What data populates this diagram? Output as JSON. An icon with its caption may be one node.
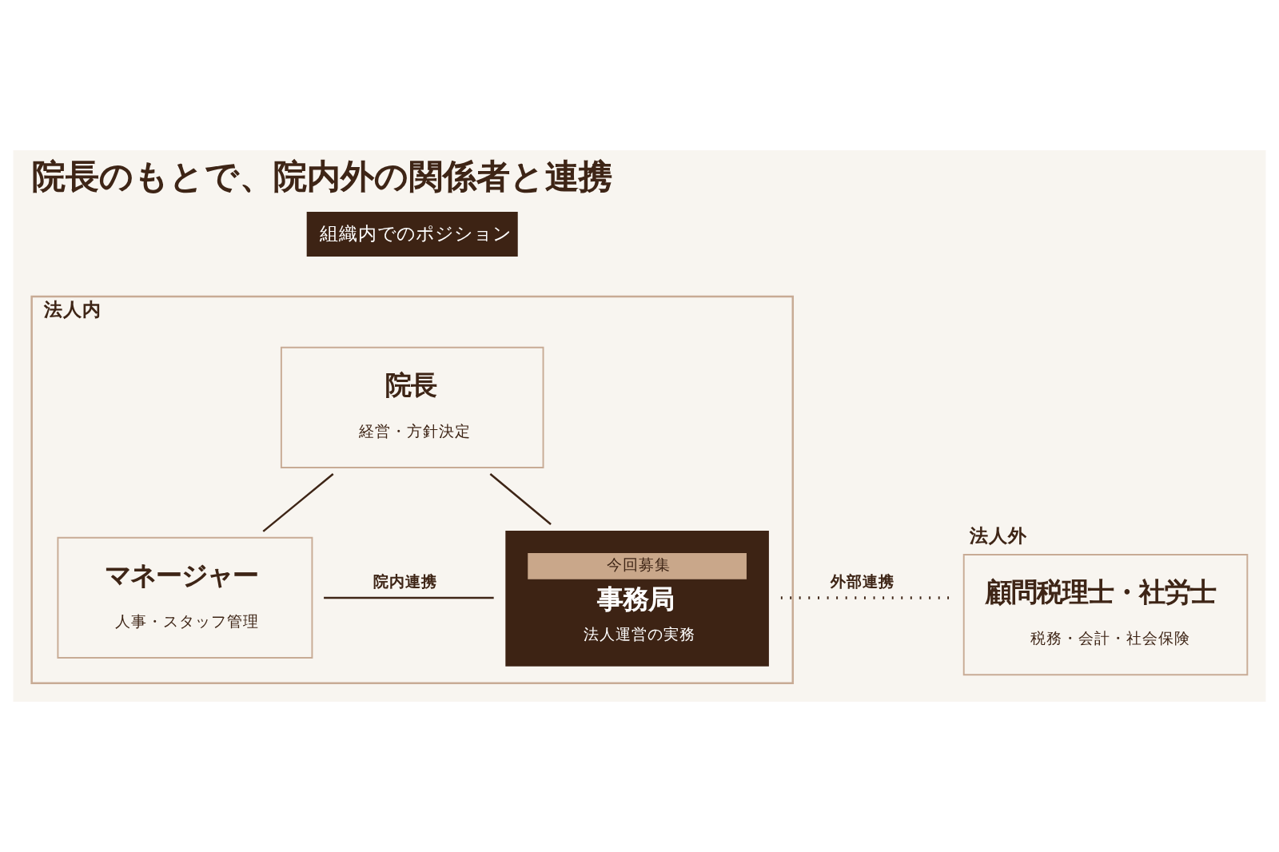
{
  "diagram": {
    "title": "院長のもとで、院内外の関係者と連携",
    "nodes": [
      {
        "text": [
          "法人内"
        ]
      },
      {
        "text": [
          "院長",
          "経営・方針決定"
        ],
        "in": 0
      },
      {
        "text": [
          "マネージャー",
          "人事・スタッフ管理"
        ],
        "in": 0
      },
      {
        "text": [
          "今回募集",
          "事務局",
          "法人運営の実務"
        ],
        "in": 0
      },
      {
        "text": [
          "法人外",
          "顧問税理士・社労士",
          "税務・会計・社会保険"
        ]
      }
    ],
    "edges": [
      {
        "from": 1,
        "to": 2,
        "arrow": "none"
      },
      {
        "from": 1,
        "to": 3,
        "arrow": "none"
      },
      {
        "from": 2,
        "to": 3,
        "arrow": "none",
        "label": "院内連携"
      },
      {
        "from": 3,
        "to": 4,
        "arrow": "none",
        "label": "外部連携",
        "style": "dashed"
      }
    ],
    "labels": [
      "組織内でのポジション"
    ]
  }
}
